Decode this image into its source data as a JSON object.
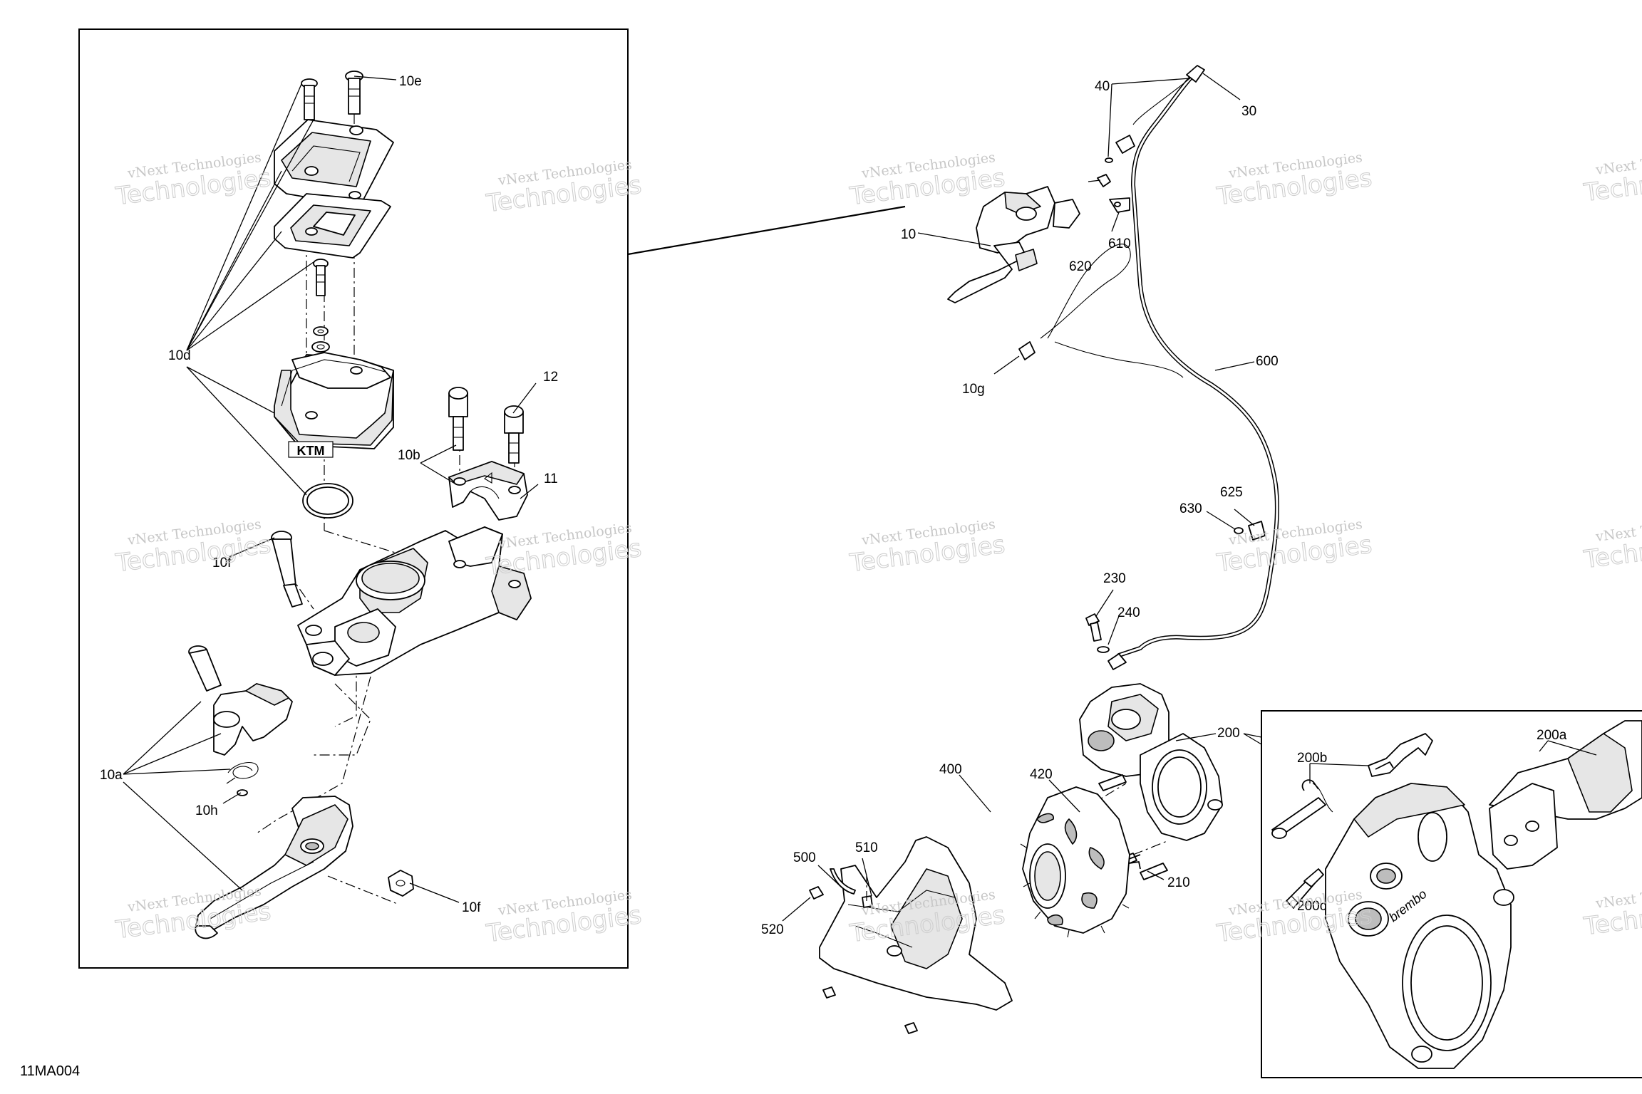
{
  "diagram_code": "11MA004",
  "watermark": {
    "line1": "vNext Technologies",
    "line2": "Technologies"
  },
  "detail_labels": {
    "l10e": "10e",
    "l10d": "10d",
    "l12": "12",
    "l10b": "10b",
    "l11": "11",
    "l10f_a": "10f",
    "l10a": "10a",
    "l10h": "10h",
    "l10f_b": "10f"
  },
  "main_labels": {
    "l40": "40",
    "l30": "30",
    "l10": "10",
    "l620": "620",
    "l610": "610",
    "l10g": "10g",
    "l600": "600",
    "l625": "625",
    "l630": "630",
    "l230": "230",
    "l240": "240",
    "l200": "200",
    "l400": "400",
    "l420": "420",
    "l510": "510",
    "l500": "500",
    "l520": "520",
    "l210": "210"
  },
  "inset_labels": {
    "l200b": "200b",
    "l200a": "200a",
    "l200c": "200c"
  },
  "brand_marks": {
    "reservoir_logo": "KTM",
    "caliper_logo": "brembo"
  }
}
